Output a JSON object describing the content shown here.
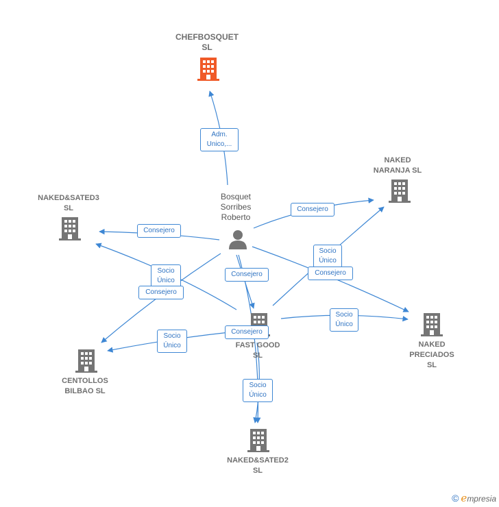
{
  "nodes": {
    "chefbosquet": {
      "label": "CHEFBOSQUET\nSL"
    },
    "person": {
      "label": "Bosquet\nSorribes\nRoberto"
    },
    "naked_naranja": {
      "label": "NAKED\nNARANJA  SL"
    },
    "naked_sated3": {
      "label": "NAKED&SATED3\nSL"
    },
    "fast_good": {
      "label": "FAST GOOD\nSL"
    },
    "naked_preciados": {
      "label": "NAKED\nPRECIADOS\nSL"
    },
    "centollos": {
      "label": "CENTOLLOS\nBILBAO  SL"
    },
    "naked_sated2": {
      "label": "NAKED&SATED2\nSL"
    }
  },
  "edges": {
    "adm_unico": "Adm.\nUnico,...",
    "consejero_naranja": "Consejero",
    "consejero_sated3": "Consejero",
    "socio_sated3": "Socio\nÚnico",
    "consejero_centollos": "Consejero",
    "consejero_fastgood": "Consejero",
    "socio_naranja": "Socio\nÚnico",
    "consejero_preciados": "Consejero",
    "socio_preciados": "Socio\nÚnico",
    "socio_centollos": "Socio\nÚnico",
    "consejero_sated2": "Consejero",
    "socio_sated2": "Socio\nÚnico"
  },
  "footer": {
    "copyright": "©",
    "brand_e": "e",
    "brand_rest": "mpresia"
  },
  "colors": {
    "accent_company": "#f05a28",
    "company": "#757575",
    "edge": "#3e87d4"
  }
}
